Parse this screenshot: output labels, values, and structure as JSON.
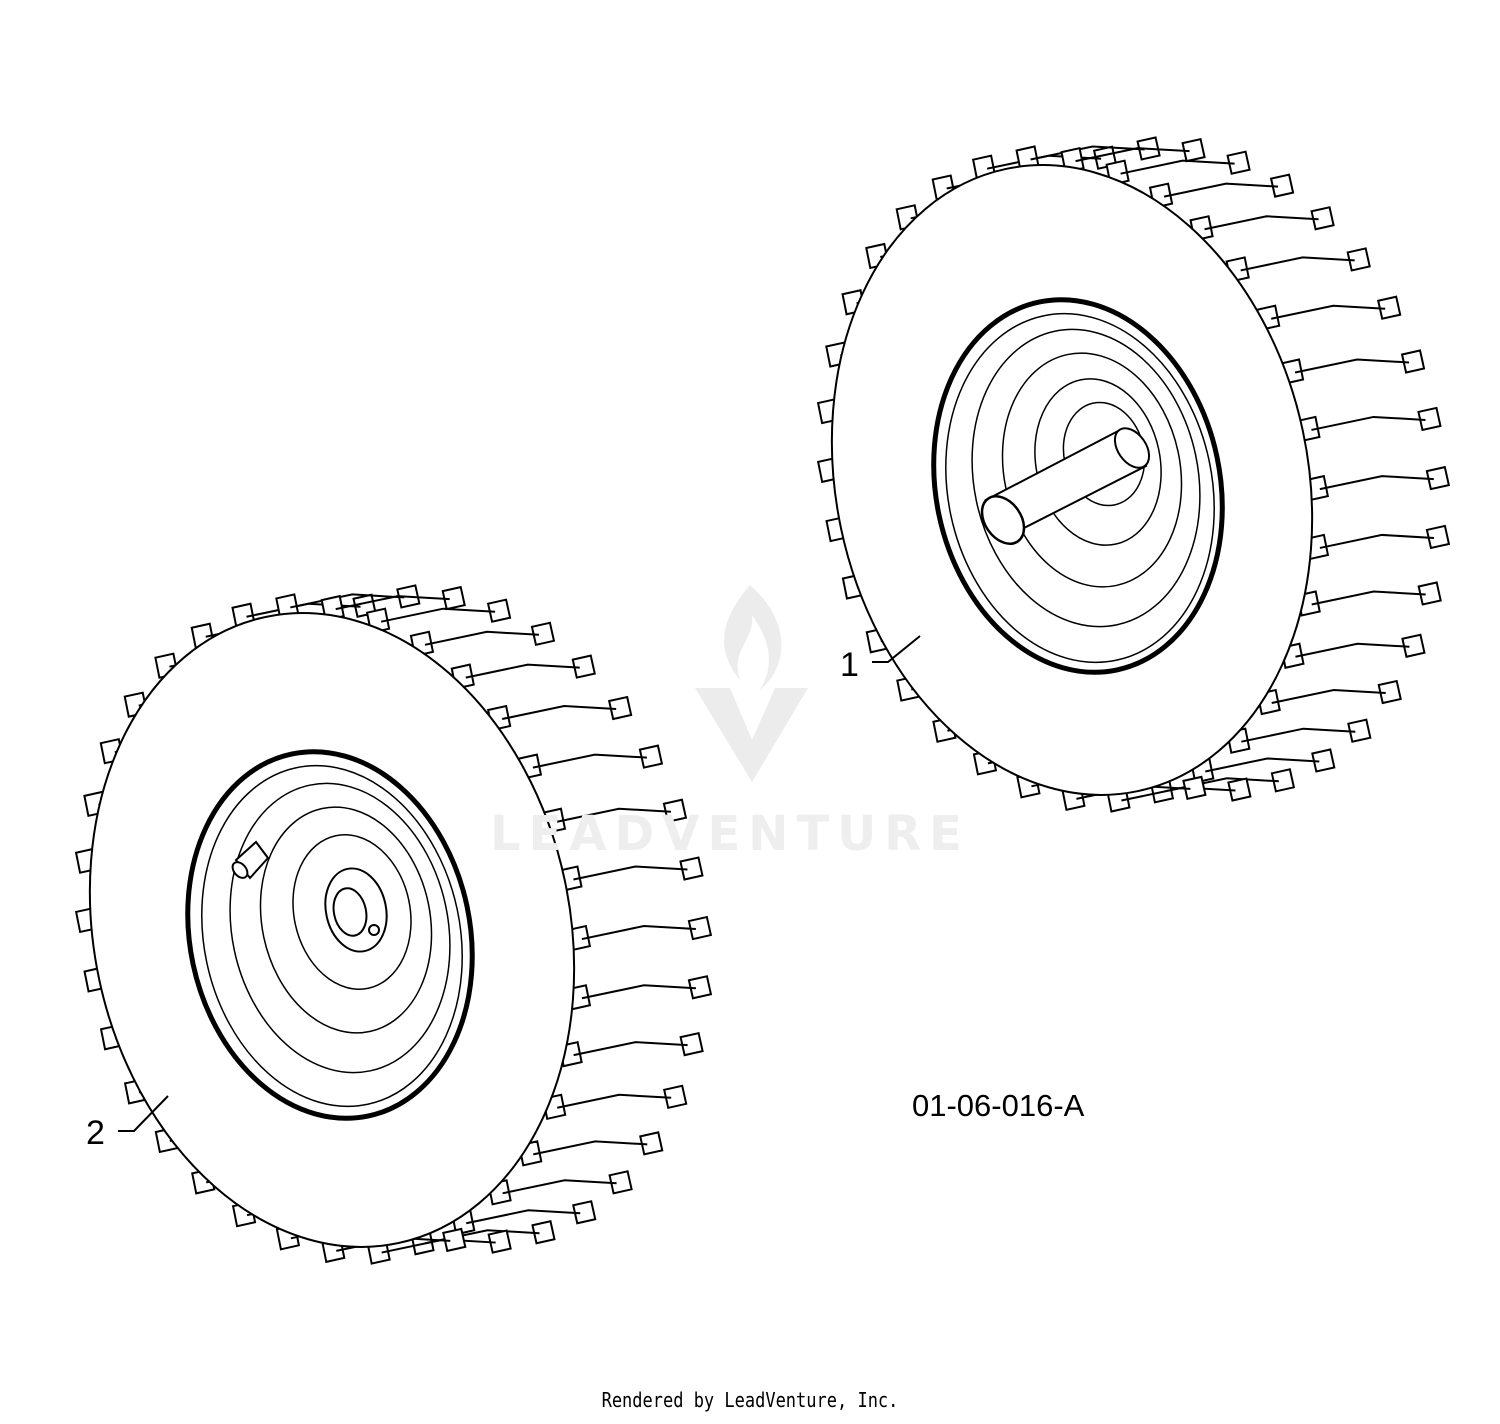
{
  "diagram": {
    "figure_code": "01-06-016-A",
    "footer": "Rendered by LeadVenture, Inc.",
    "watermark": "LEADVENTURE",
    "callouts": [
      {
        "id": "1",
        "label": "1"
      },
      {
        "id": "2",
        "label": "2"
      }
    ],
    "parts": [
      {
        "callout": "1",
        "name": "wheel-with-axle"
      },
      {
        "callout": "2",
        "name": "wheel-with-hub"
      }
    ],
    "colors": {
      "line": "#000000",
      "watermark": "#e6e6e6",
      "background": "#ffffff"
    }
  }
}
